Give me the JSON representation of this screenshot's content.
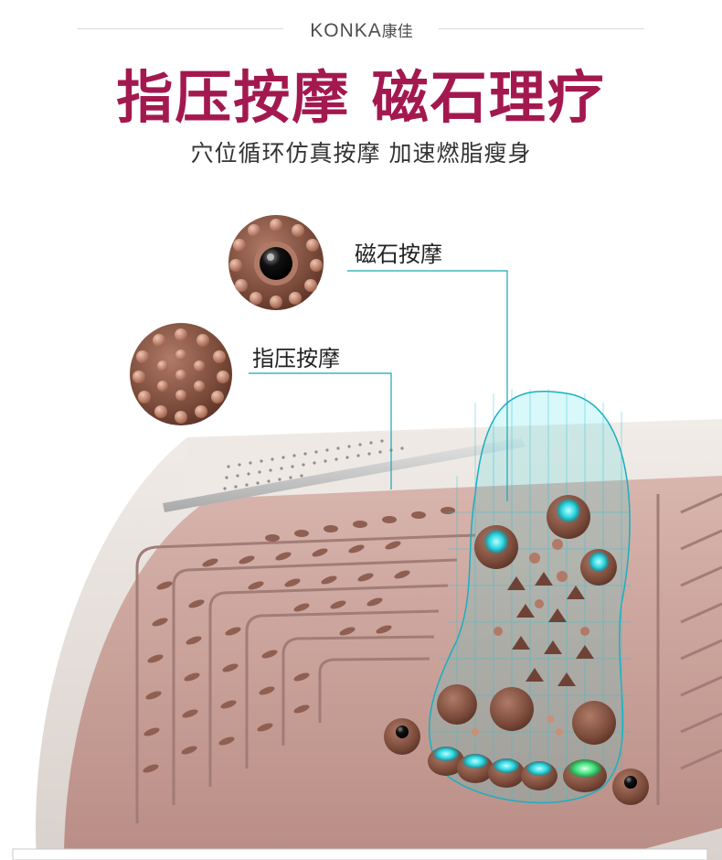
{
  "brand": {
    "name": "KONKA",
    "name_cn": "康佳"
  },
  "headline": "指压按摩 磁石理疗",
  "subline": "穴位循环仿真按摩 加速燃脂瘦身",
  "callouts": {
    "magnet_label": "磁石按摩",
    "acupressure_label": "指压按摩"
  },
  "colors": {
    "headline": "#a3194f",
    "plate": "#c9a39c",
    "plate_dark": "#9c746f",
    "nub": "#8a5a4a",
    "glow": "#27d6e0",
    "glow_green": "#3be07a"
  },
  "icons": {
    "magnet_node": "magnet-massage-node-icon",
    "acupressure_node": "acupressure-node-icon",
    "foot_scan": "foot-scan-graphic"
  }
}
